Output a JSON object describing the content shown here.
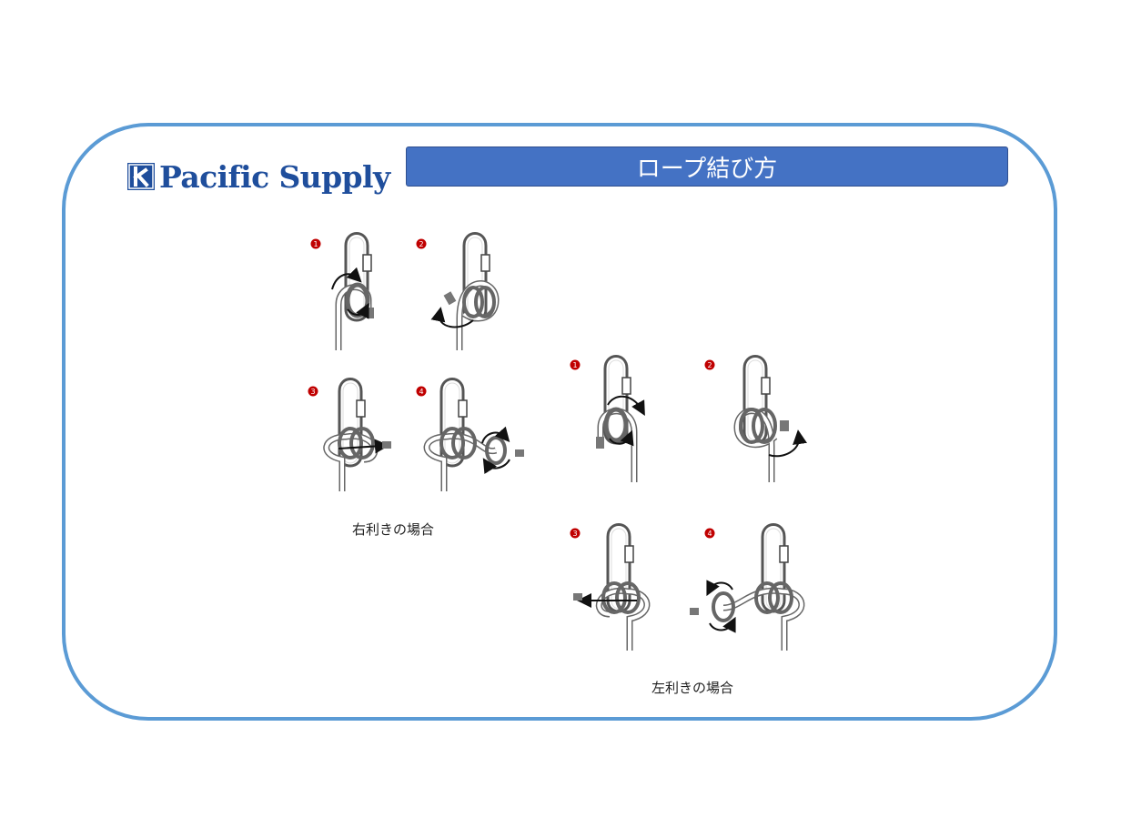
{
  "logo": {
    "text": "Pacific Supply",
    "mark_letter": "k",
    "color": "#1f4e9c"
  },
  "title": {
    "text": "ロープ結び方",
    "bar_color": "#4472c4"
  },
  "frame": {
    "border_color": "#5b9bd5"
  },
  "right_hand": {
    "caption": "右利きの場合",
    "steps": [
      "1",
      "2",
      "3",
      "4"
    ]
  },
  "left_hand": {
    "caption": "左利きの場合",
    "steps": [
      "1",
      "2",
      "3",
      "4"
    ]
  },
  "colors": {
    "step_badge": "#c00000",
    "rope": "#555555",
    "arrow": "#111111"
  }
}
